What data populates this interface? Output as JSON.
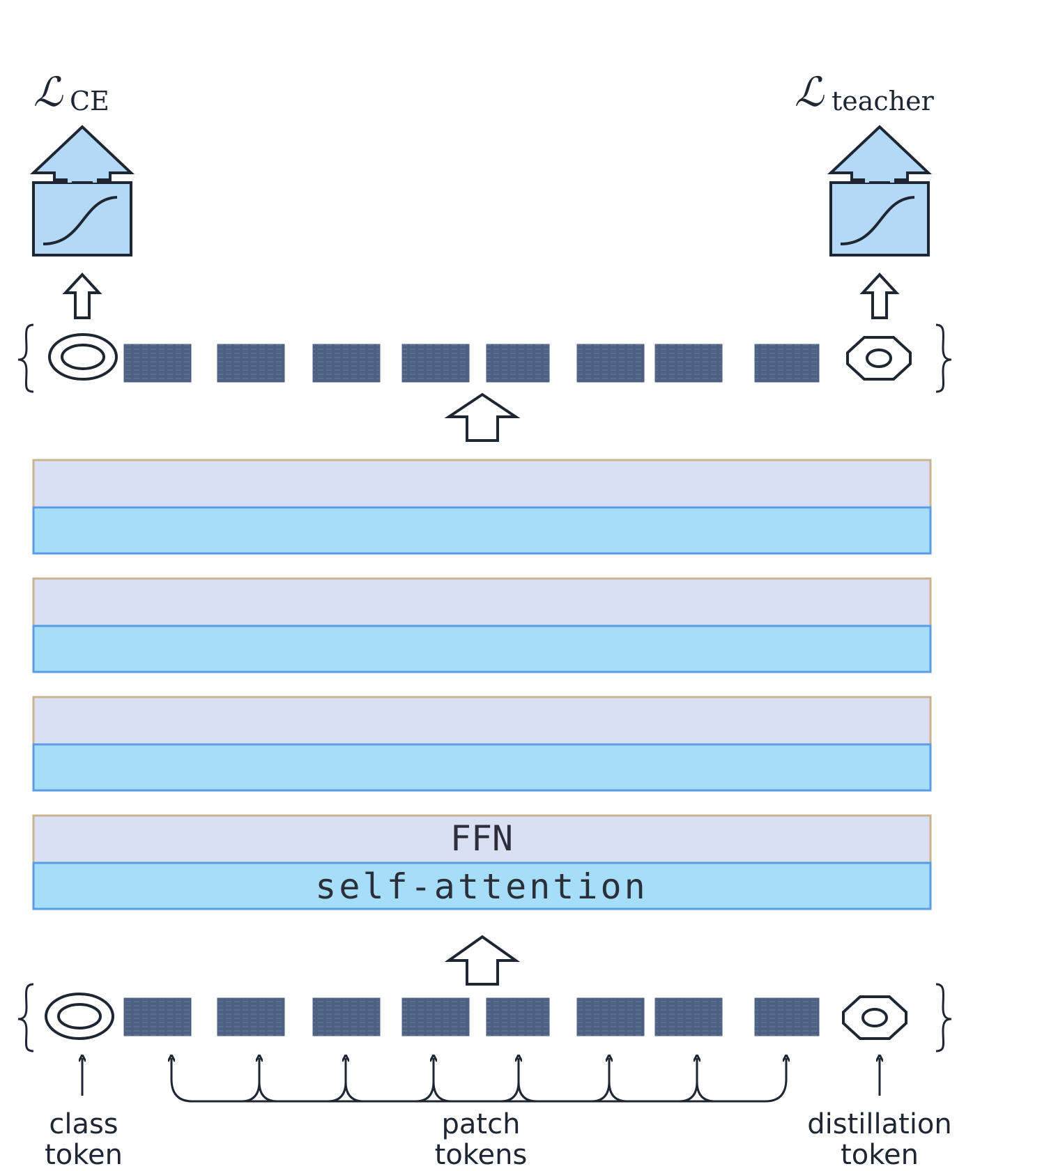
{
  "losses": {
    "ce": {
      "symbol": "ℒ",
      "subscript": "CE"
    },
    "teacher": {
      "symbol": "ℒ",
      "subscript": "teacher"
    }
  },
  "blocks": [
    {
      "ffn": "",
      "attn": ""
    },
    {
      "ffn": "",
      "attn": ""
    },
    {
      "ffn": "",
      "attn": ""
    },
    {
      "ffn": "FFN",
      "attn": "self-attention"
    }
  ],
  "labels": {
    "class_token": [
      "class",
      "token"
    ],
    "patch_tokens": [
      "patch",
      "tokens"
    ],
    "distillation_token": [
      "distillation",
      "token"
    ]
  },
  "colors": {
    "ffn_fill": "#dae0f4",
    "ffn_border": "#c8b48e",
    "attn_fill": "#a6def9",
    "attn_border": "#5b9be3",
    "patch_fill": "#4d6182",
    "head_fill": "#b3d9f7",
    "stroke": "#1f2633"
  },
  "icons": {
    "class_token": "concentric-circle-icon",
    "distillation_token": "octagon-ring-icon",
    "head": "sigmoid-box-icon"
  }
}
